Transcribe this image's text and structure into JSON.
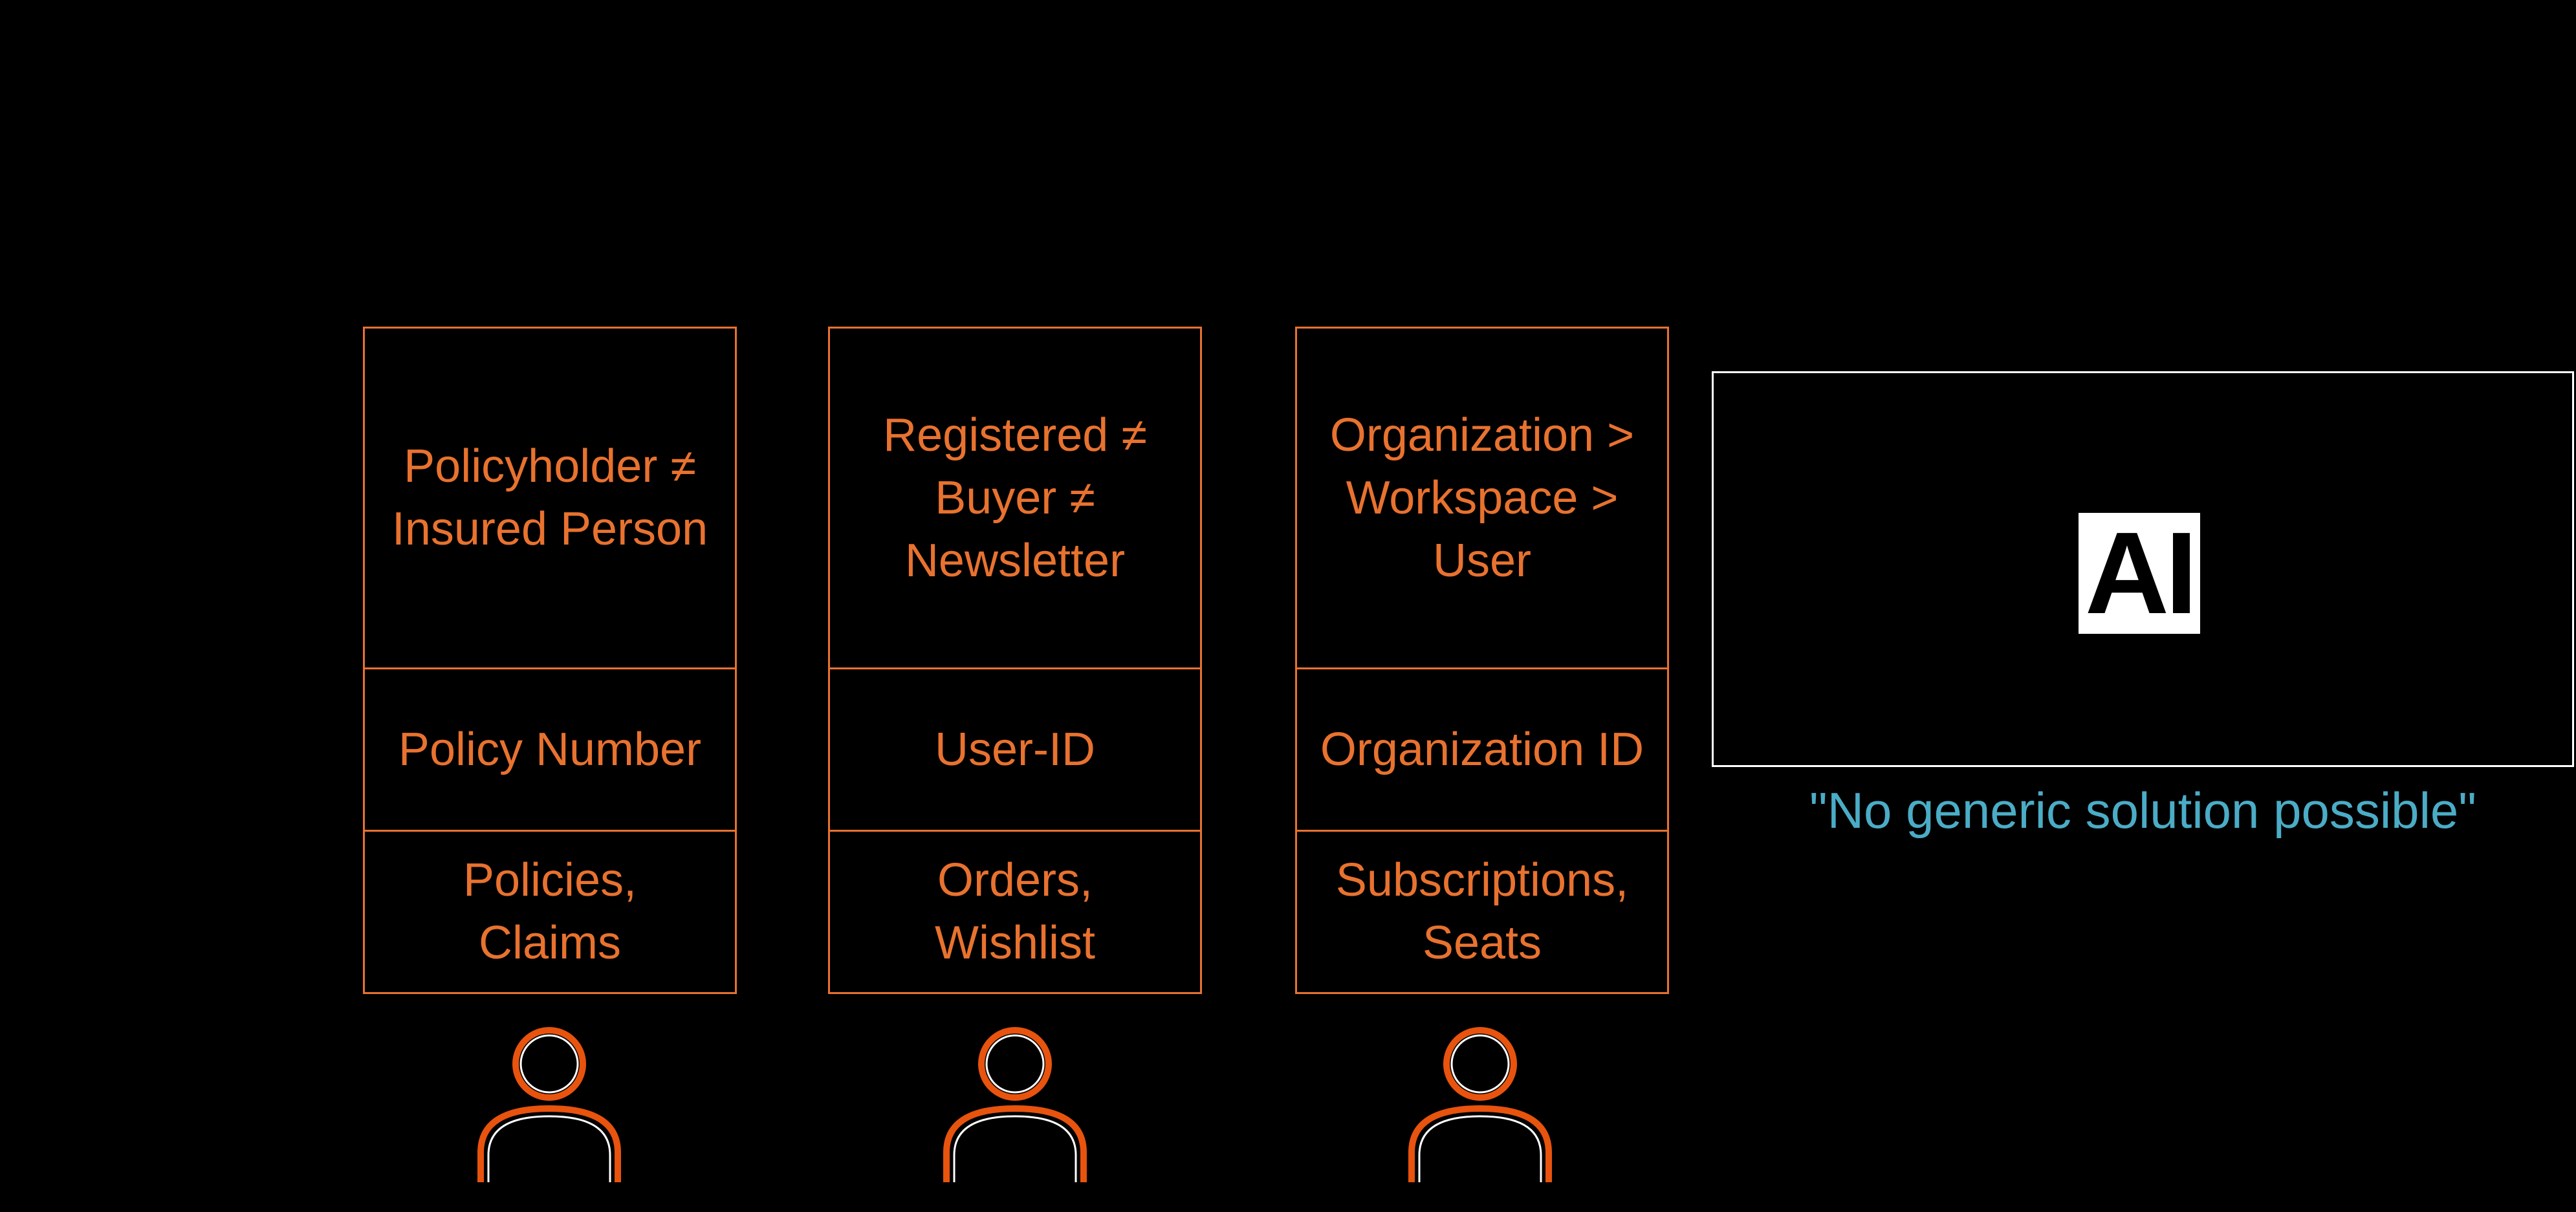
{
  "colors": {
    "background": "#000000",
    "accent_orange": "#E8722F",
    "icon_orange": "#E8530E",
    "icon_inner_line": "#FFFFFF",
    "panel_border": "#FFFFFF",
    "logo_bg": "#FFFFFF",
    "logo_fg": "#000000",
    "quote_blue": "#4BACC6"
  },
  "cards": [
    {
      "name": "insurance-identity-card",
      "title": "Policyholder ≠\nInsured Person",
      "identifier": "Policy Number",
      "artifacts": "Policies,\nClaims"
    },
    {
      "name": "ecommerce-identity-card",
      "title": "Registered ≠\nBuyer ≠\nNewsletter",
      "identifier": "User-ID",
      "artifacts": "Orders,\nWishlist"
    },
    {
      "name": "saas-identity-card",
      "title": "Organization >\nWorkspace >\nUser",
      "identifier": "Organization ID",
      "artifacts": "Subscriptions,\nSeats"
    }
  ],
  "ai_panel": {
    "logo_text": "AI",
    "quote": "\"No generic solution possible\""
  },
  "icons": {
    "person_icon_count": 3,
    "person_icon_name": "person-icon"
  }
}
